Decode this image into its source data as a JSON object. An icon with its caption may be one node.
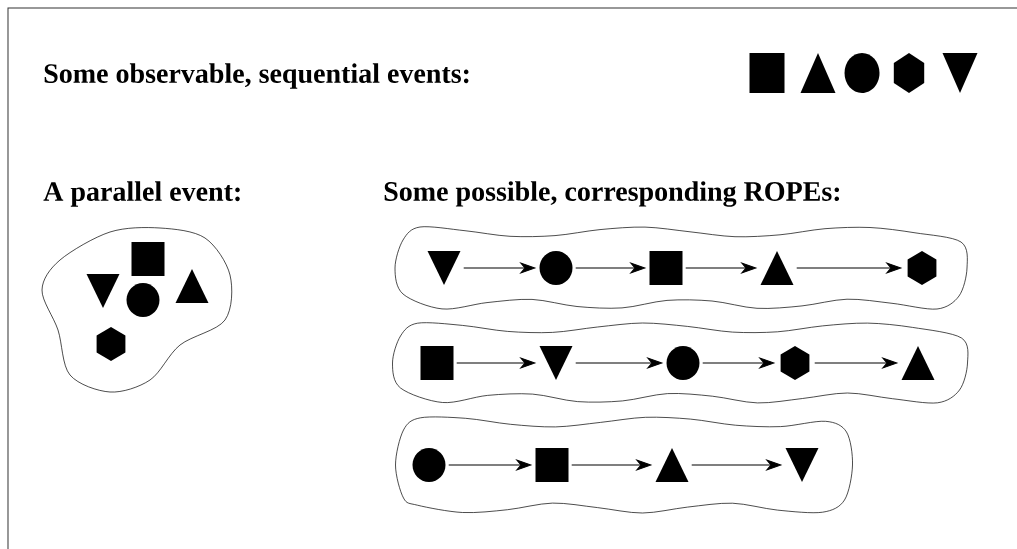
{
  "diagram": {
    "nodes": [
      {
        "text": [],
        "shape": "box"
      },
      {
        "text": [],
        "shape": "triangle"
      },
      {
        "text": [],
        "shape": "circle"
      },
      {
        "text": [],
        "shape": "hexagon"
      },
      {
        "text": [],
        "shape": "invtriangle"
      },
      {
        "text": [],
        "shape": "blob"
      },
      {
        "text": [],
        "shape": "box",
        "in": 5
      },
      {
        "text": [],
        "shape": "invtriangle",
        "in": 5
      },
      {
        "text": [],
        "shape": "circle",
        "in": 5
      },
      {
        "text": [],
        "shape": "triangle",
        "in": 5
      },
      {
        "text": [],
        "shape": "hexagon",
        "in": 5
      },
      {
        "text": [],
        "shape": "blob"
      },
      {
        "text": [],
        "shape": "invtriangle",
        "in": 11
      },
      {
        "text": [],
        "shape": "circle",
        "in": 11
      },
      {
        "text": [],
        "shape": "box",
        "in": 11
      },
      {
        "text": [],
        "shape": "triangle",
        "in": 11
      },
      {
        "text": [],
        "shape": "hexagon",
        "in": 11
      },
      {
        "text": [],
        "shape": "blob"
      },
      {
        "text": [],
        "shape": "box",
        "in": 17
      },
      {
        "text": [],
        "shape": "invtriangle",
        "in": 17
      },
      {
        "text": [],
        "shape": "circle",
        "in": 17
      },
      {
        "text": [],
        "shape": "hexagon",
        "in": 17
      },
      {
        "text": [],
        "shape": "triangle",
        "in": 17
      },
      {
        "text": [],
        "shape": "blob"
      },
      {
        "text": [],
        "shape": "circle",
        "in": 23
      },
      {
        "text": [],
        "shape": "box",
        "in": 23
      },
      {
        "text": [],
        "shape": "triangle",
        "in": 23
      },
      {
        "text": [],
        "shape": "invtriangle",
        "in": 23
      }
    ],
    "edges": [
      {
        "from": 12,
        "to": 13,
        "arrow": "to"
      },
      {
        "from": 13,
        "to": 14,
        "arrow": "to"
      },
      {
        "from": 14,
        "to": 15,
        "arrow": "to"
      },
      {
        "from": 15,
        "to": 16,
        "arrow": "to"
      },
      {
        "from": 18,
        "to": 19,
        "arrow": "to"
      },
      {
        "from": 19,
        "to": 20,
        "arrow": "to"
      },
      {
        "from": 20,
        "to": 21,
        "arrow": "to"
      },
      {
        "from": 21,
        "to": 22,
        "arrow": "to"
      },
      {
        "from": 24,
        "to": 25,
        "arrow": "to"
      },
      {
        "from": 25,
        "to": 26,
        "arrow": "to"
      },
      {
        "from": 26,
        "to": 27,
        "arrow": "to"
      }
    ],
    "labels": [
      "Some observable, sequential events:",
      "A parallel event:",
      "Some possible, corresponding ROPEs:"
    ]
  }
}
